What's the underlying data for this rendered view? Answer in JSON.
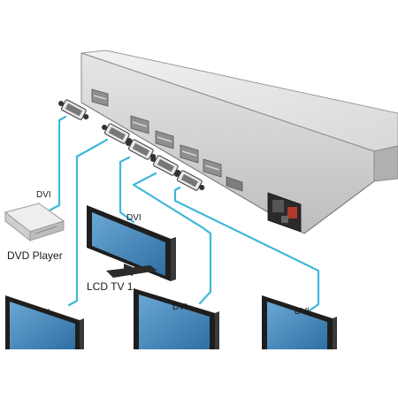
{
  "labels": {
    "dvd_player": "DVD Player",
    "lcd_tv_1": "LCD TV 1"
  },
  "connector_labels": {
    "dvd_cable": "DVI",
    "tv1_cable": "DVI",
    "tv2_cable": "DVI",
    "tv3_cable": "DVI",
    "tv4_cable": "DVI"
  },
  "colors": {
    "cable": "#3eb8d8",
    "device_body": "#d9d9d9",
    "screen": "#3f82b5"
  }
}
